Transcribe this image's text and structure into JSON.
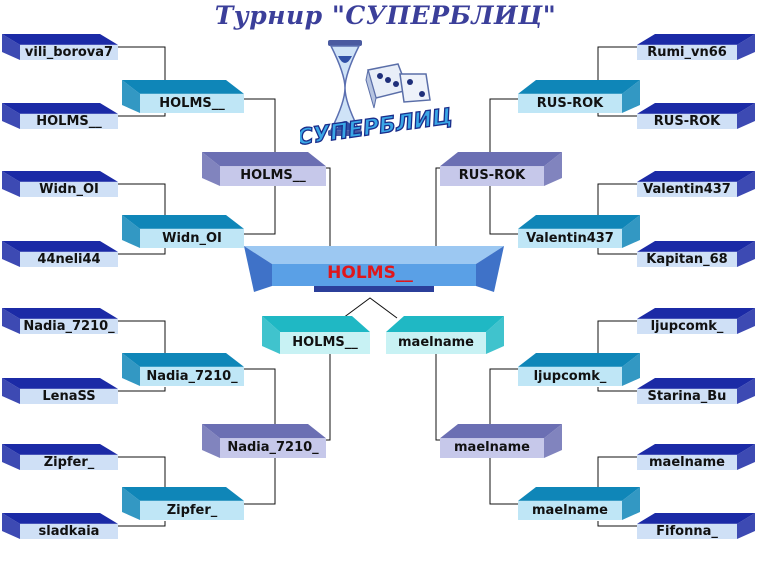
{
  "title": "Турнир \"СУПЕРБЛИЦ\"",
  "logo_text": "СУПЕРБЛИЦ",
  "colors": {
    "round1": "#1b2aa6",
    "round1_light": "#cfe0f6",
    "round2": "#0f86b8",
    "round2_light": "#bfe6f6",
    "round3": "#6b6fb3",
    "round3_light": "#c6c8ea",
    "round4": "#1fb8c4",
    "round4_light": "#c8f2f4",
    "final": "#5aa0e6",
    "final_text": "#e0161b",
    "lines": "#111111"
  },
  "left": {
    "round1": [
      "vili_borova7",
      "HOLMS__",
      "Widn_OI",
      "44neli44",
      "Nadia_7210_",
      "LenaSS",
      "Zipfer_",
      "sladkaia"
    ],
    "round2": [
      "HOLMS__",
      "Widn_OI",
      "Nadia_7210_",
      "Zipfer_"
    ],
    "round3": [
      "HOLMS__",
      "Nadia_7210_"
    ]
  },
  "right": {
    "round1": [
      "Rumi_vn66",
      "RUS-ROK",
      "Valentin437",
      "Kapitan_68",
      "ljupcomk_",
      "Starina_Bu",
      "maelname",
      "Fifonna_"
    ],
    "round2": [
      "RUS-ROK",
      "Valentin437",
      "ljupcomk_",
      "maelname"
    ],
    "round3": [
      "RUS-ROK",
      "maelname"
    ]
  },
  "semifinal": [
    "HOLMS__",
    "maelname"
  ],
  "champion": "HOLMS__"
}
